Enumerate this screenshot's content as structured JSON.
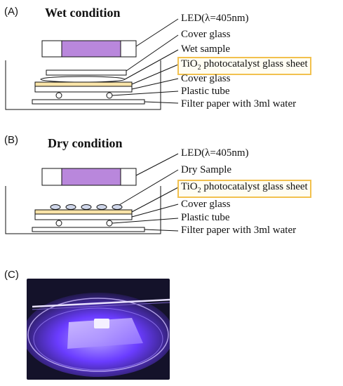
{
  "panelA": {
    "label": "(A)",
    "title": "Wet condition",
    "labels": {
      "led": "LED(λ=405nm)",
      "cover_glass_top": "Cover glass",
      "sample": "Wet sample",
      "tio2_prefix": "TiO",
      "tio2_sub": "2",
      "tio2_suffix": " photocatalyst glass sheet",
      "cover_glass": "Cover glass",
      "plastic_tube": "Plastic tube",
      "filter_paper": "Filter paper with 3ml water"
    }
  },
  "panelB": {
    "label": "(B)",
    "title": "Dry condition",
    "labels": {
      "led": "LED(λ=405nm)",
      "sample": "Dry Sample",
      "tio2_prefix": "TiO",
      "tio2_sub": "2",
      "tio2_suffix": " photocatalyst glass sheet",
      "cover_glass": "Cover glass",
      "plastic_tube": "Plastic tube",
      "filter_paper": "Filter paper with 3ml water"
    }
  },
  "panelC": {
    "label": "(C)"
  },
  "colors": {
    "led_purple": "#b987dc",
    "tio2_yellow": "#f9e4a8",
    "highlight_border": "#f2c14e",
    "sample_fill": "#cfd6ea",
    "photo_background": "#14122a",
    "photo_glow": "#6a3cff"
  }
}
